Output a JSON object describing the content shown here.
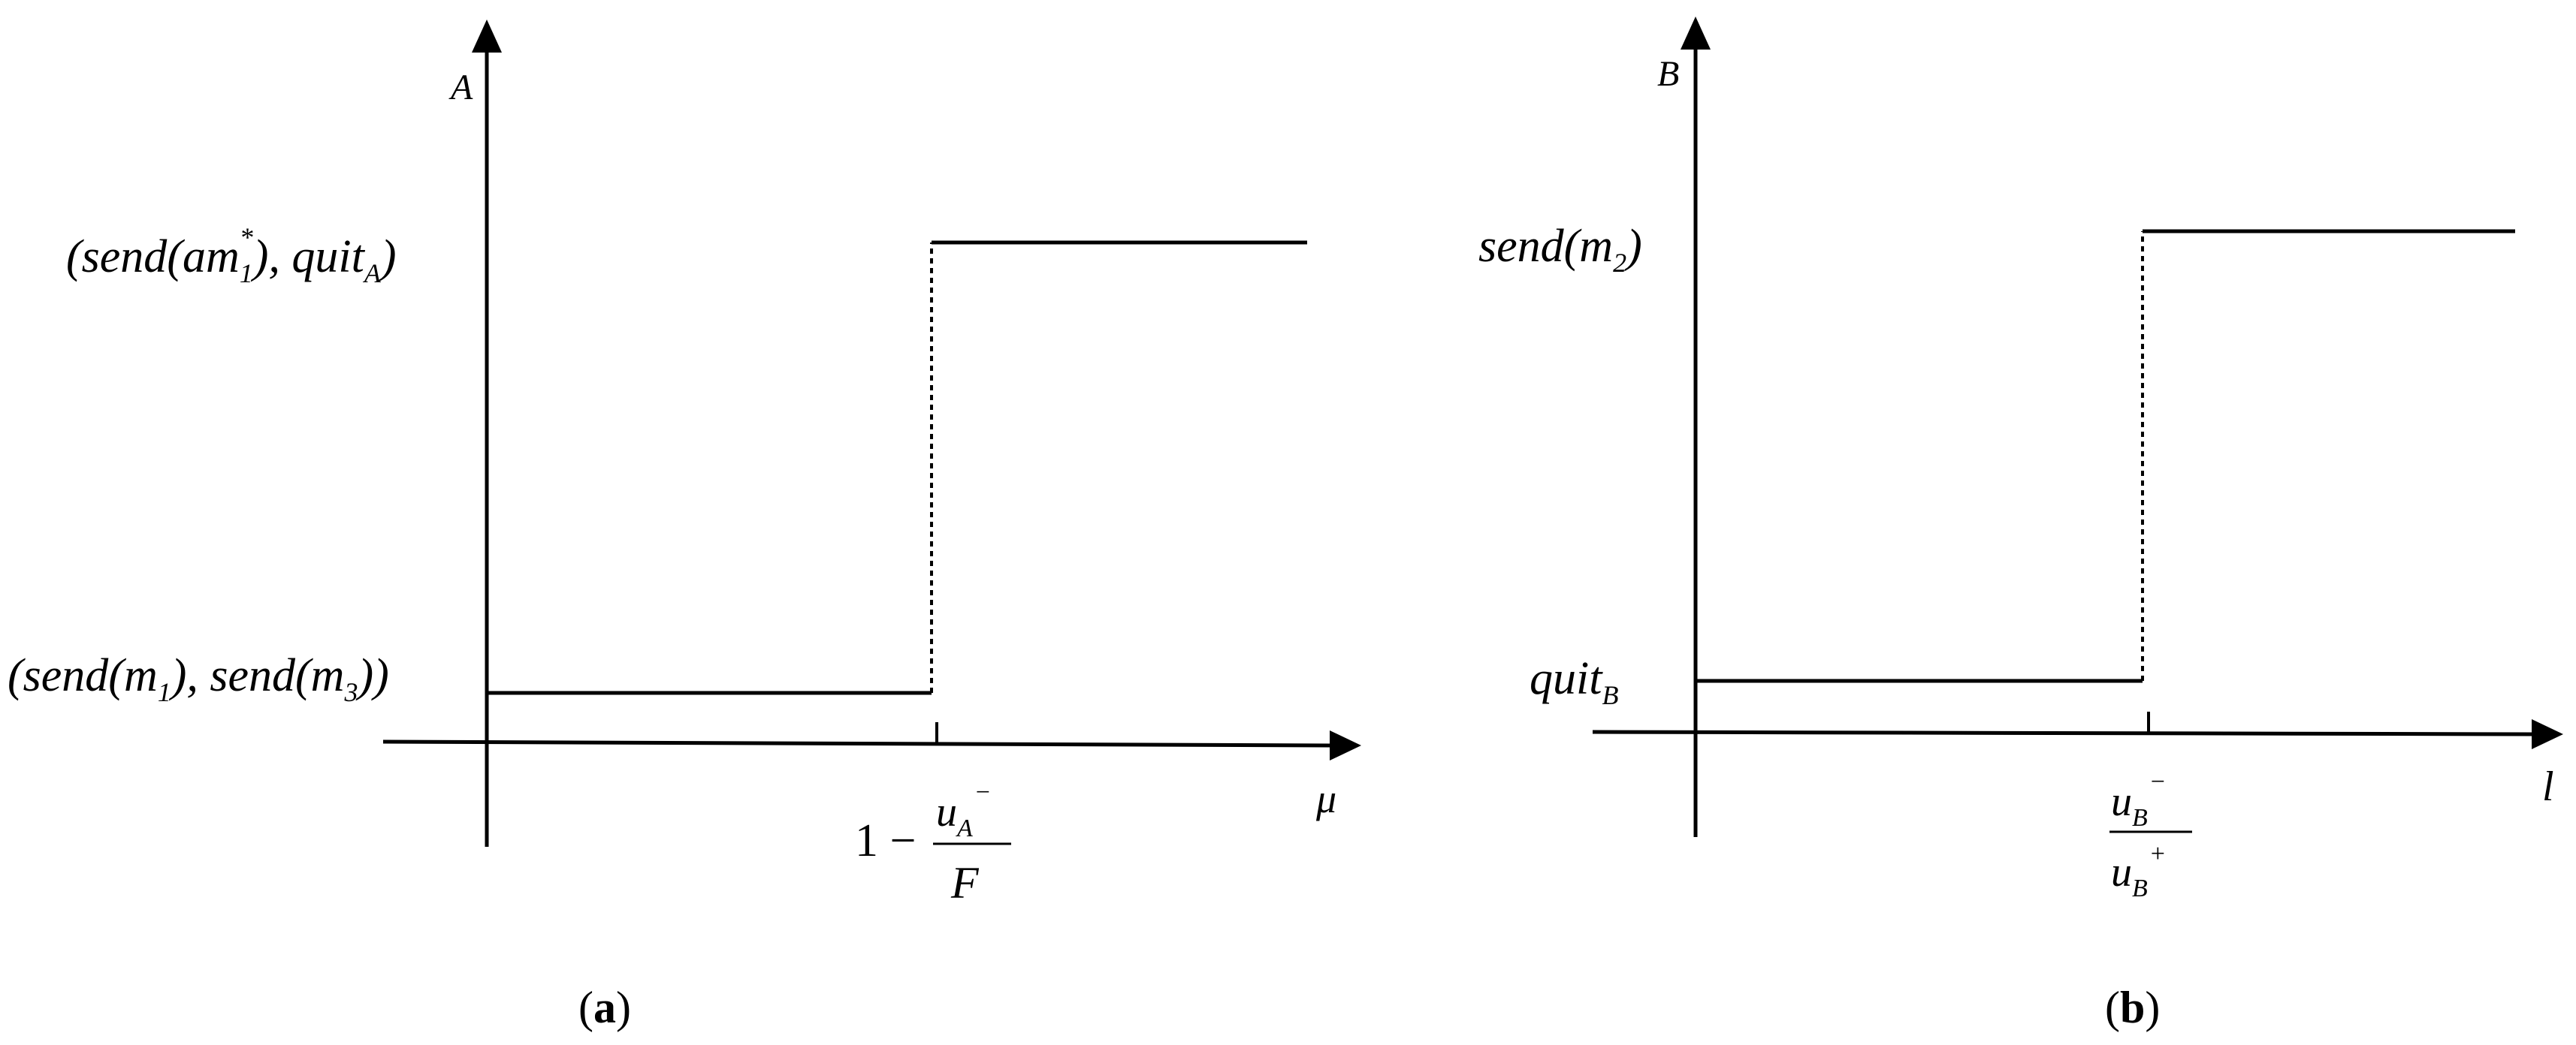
{
  "panel_a": {
    "caption_open": "(",
    "caption_letter": "a",
    "caption_close": ")",
    "y_axis_label": "A",
    "x_axis_label": "μ",
    "high_label": {
      "open": "(send(am",
      "sub": "1",
      "sup": "*",
      "mid": "), quit",
      "sub2": "A",
      "close": ")"
    },
    "low_label": {
      "a": "(send(m",
      "sub1": "1",
      "b": "), send(m",
      "sub3": "3",
      "c": "))"
    },
    "threshold": {
      "prefix": "1 −",
      "num_main": "u",
      "num_sub": "A",
      "num_sup": "−",
      "den": "F"
    }
  },
  "panel_b": {
    "caption_open": "(",
    "caption_letter": "b",
    "caption_close": ")",
    "y_axis_label": "B",
    "x_axis_label": "l",
    "high_label": {
      "a": "send(m",
      "sub": "2",
      "b": ")"
    },
    "low_label": {
      "a": "quit",
      "sub": "B"
    },
    "threshold": {
      "num_main": "u",
      "num_sub": "B",
      "num_sup": "−",
      "den_main": "u",
      "den_sub": "B",
      "den_sup": "+"
    }
  }
}
